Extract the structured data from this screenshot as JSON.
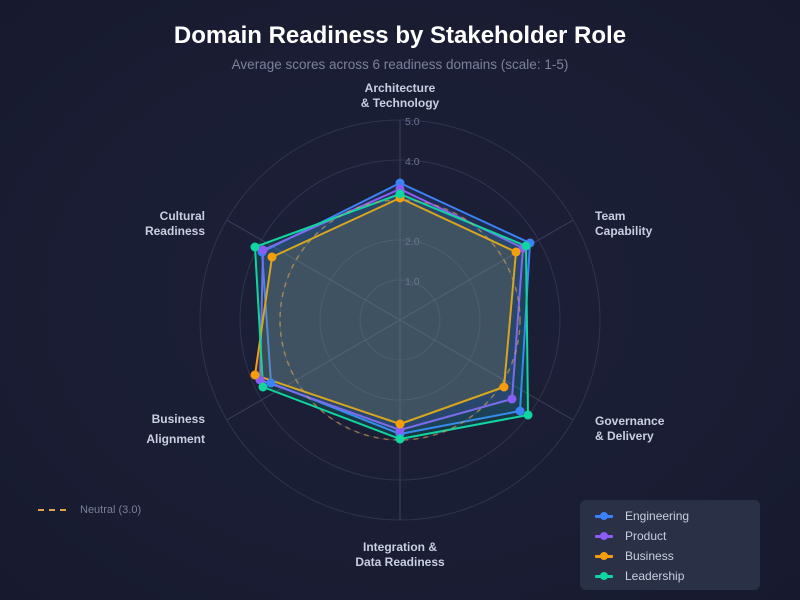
{
  "header": {
    "title": "Domain Readiness by Stakeholder Role",
    "subtitle": "Average scores across 6 readiness domains (scale: 1-5)"
  },
  "axes": {
    "arch_line1": "Architecture",
    "arch_line2": "& Technology",
    "team_line1": "Team",
    "team_line2": "Capability",
    "gov_line1": "Governance",
    "gov_line2": "& Delivery",
    "integ_line1": "Integration &",
    "integ_line2": "Data Readiness",
    "bus_line1": "Business",
    "bus_line2": "Alignment",
    "cult_line1": "Cultural",
    "cult_line2": "Readiness"
  },
  "ticks": {
    "t5": "5.0",
    "t4": "4.0",
    "t2": "2.0",
    "t1": "1.0"
  },
  "neutral_legend": {
    "label": "Neutral (3.0)",
    "color": "#e0a348"
  },
  "legend": {
    "items": [
      {
        "label": "Engineering",
        "color": "#3b82f6"
      },
      {
        "label": "Product",
        "color": "#8b5cf6"
      },
      {
        "label": "Business",
        "color": "#f59e0b"
      },
      {
        "label": "Leadership",
        "color": "#10d5a0"
      }
    ]
  },
  "chart_data": {
    "type": "radar",
    "title": "Domain Readiness by Stakeholder Role",
    "subtitle": "Average scores across 6 readiness domains (scale: 1-5)",
    "categories": [
      "Architecture & Technology",
      "Team Capability",
      "Governance & Delivery",
      "Integration & Data Readiness",
      "Business Alignment",
      "Cultural Readiness"
    ],
    "series": [
      {
        "name": "Engineering",
        "color": "#3b82f6",
        "values": [
          3.4,
          3.8,
          3.8,
          2.9,
          3.6,
          3.8
        ],
        "points": [
          [
            400,
            183
          ],
          [
            530,
            243
          ],
          [
            520,
            411
          ],
          [
            400,
            434
          ],
          [
            271,
            383
          ],
          [
            262,
            252
          ]
        ]
      },
      {
        "name": "Product",
        "color": "#8b5cf6",
        "values": [
          3.3,
          3.6,
          3.4,
          2.8,
          3.8,
          3.8
        ],
        "points": [
          [
            400,
            189
          ],
          [
            523,
            248
          ],
          [
            512,
            399
          ],
          [
            400,
            430
          ],
          [
            260,
            380
          ],
          [
            263,
            250
          ]
        ]
      },
      {
        "name": "Business",
        "color": "#f59e0b",
        "values": [
          3.0,
          3.4,
          3.1,
          2.6,
          3.9,
          3.6
        ],
        "points": [
          [
            400,
            198
          ],
          [
            516,
            252
          ],
          [
            504,
            387
          ],
          [
            400,
            424
          ],
          [
            255,
            375
          ],
          [
            272,
            257
          ]
        ]
      },
      {
        "name": "Leadership",
        "color": "#10d5a0",
        "values": [
          3.2,
          3.7,
          4.0,
          3.0,
          3.8,
          4.1
        ],
        "points": [
          [
            400,
            194
          ],
          [
            526,
            246
          ],
          [
            528,
            415
          ],
          [
            400,
            439
          ],
          [
            263,
            387
          ],
          [
            255,
            247
          ]
        ]
      }
    ],
    "reference_line": {
      "label": "Neutral (3.0)",
      "value": 3.0,
      "style": "dashed"
    },
    "r_range": [
      0,
      5
    ],
    "r_ticks": [
      1.0,
      2.0,
      4.0,
      5.0
    ],
    "grid": true,
    "legend_position": "bottom-right"
  }
}
